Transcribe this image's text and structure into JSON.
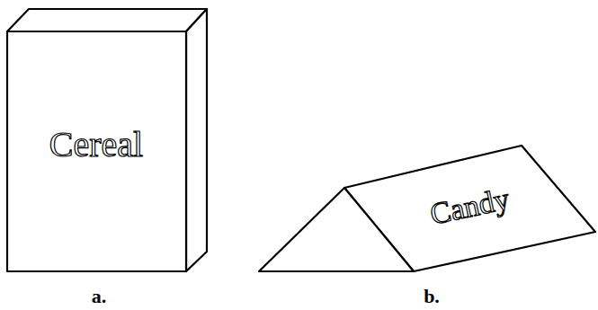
{
  "diagram": {
    "labels": [
      "Cereal",
      "Candy",
      "a.",
      "b."
    ]
  }
}
